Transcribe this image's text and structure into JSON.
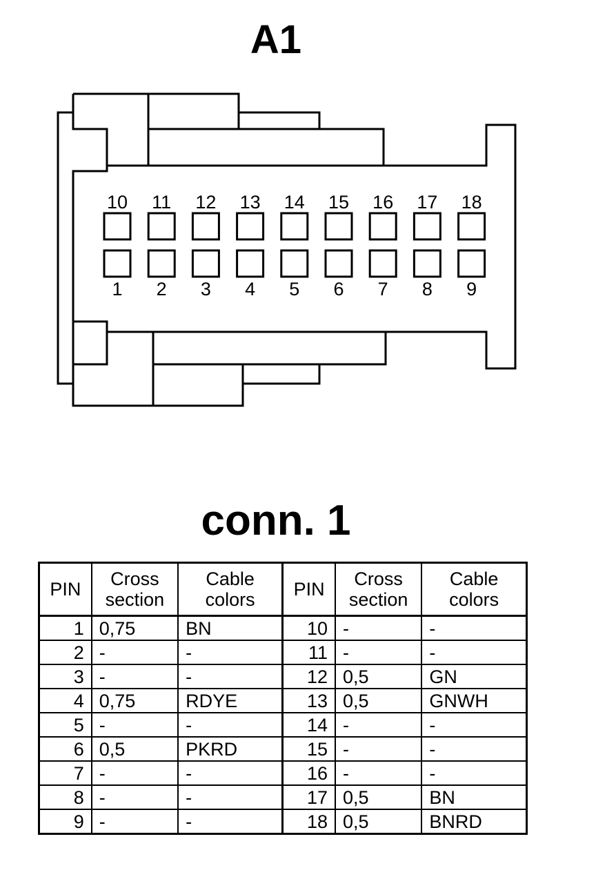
{
  "diagram": {
    "title": "A1",
    "top_row_pins": [
      "10",
      "11",
      "12",
      "13",
      "14",
      "15",
      "16",
      "17",
      "18"
    ],
    "bottom_row_pins": [
      "1",
      "2",
      "3",
      "4",
      "5",
      "6",
      "7",
      "8",
      "9"
    ]
  },
  "table": {
    "title": "conn. 1",
    "headers": {
      "pin": "PIN",
      "cross_section_1": "Cross",
      "cross_section_2": "section",
      "cable_colors_1": "Cable",
      "cable_colors_2": "colors"
    },
    "rows": [
      {
        "pin_a": "1",
        "cross_a": "0,75",
        "color_a": "BN",
        "pin_b": "10",
        "cross_b": "-",
        "color_b": "-"
      },
      {
        "pin_a": "2",
        "cross_a": "-",
        "color_a": "-",
        "pin_b": "11",
        "cross_b": "-",
        "color_b": "-"
      },
      {
        "pin_a": "3",
        "cross_a": "-",
        "color_a": "-",
        "pin_b": "12",
        "cross_b": "0,5",
        "color_b": "GN"
      },
      {
        "pin_a": "4",
        "cross_a": "0,75",
        "color_a": "RDYE",
        "pin_b": "13",
        "cross_b": "0,5",
        "color_b": "GNWH"
      },
      {
        "pin_a": "5",
        "cross_a": "-",
        "color_a": "-",
        "pin_b": "14",
        "cross_b": "-",
        "color_b": "-"
      },
      {
        "pin_a": "6",
        "cross_a": "0,5",
        "color_a": "PKRD",
        "pin_b": "15",
        "cross_b": "-",
        "color_b": "-"
      },
      {
        "pin_a": "7",
        "cross_a": "-",
        "color_a": "-",
        "pin_b": "16",
        "cross_b": "-",
        "color_b": "-"
      },
      {
        "pin_a": "8",
        "cross_a": "-",
        "color_a": "-",
        "pin_b": "17",
        "cross_b": "0,5",
        "color_b": "BN"
      },
      {
        "pin_a": "9",
        "cross_a": "-",
        "color_a": "-",
        "pin_b": "18",
        "cross_b": "0,5",
        "color_b": "BNRD"
      }
    ]
  }
}
